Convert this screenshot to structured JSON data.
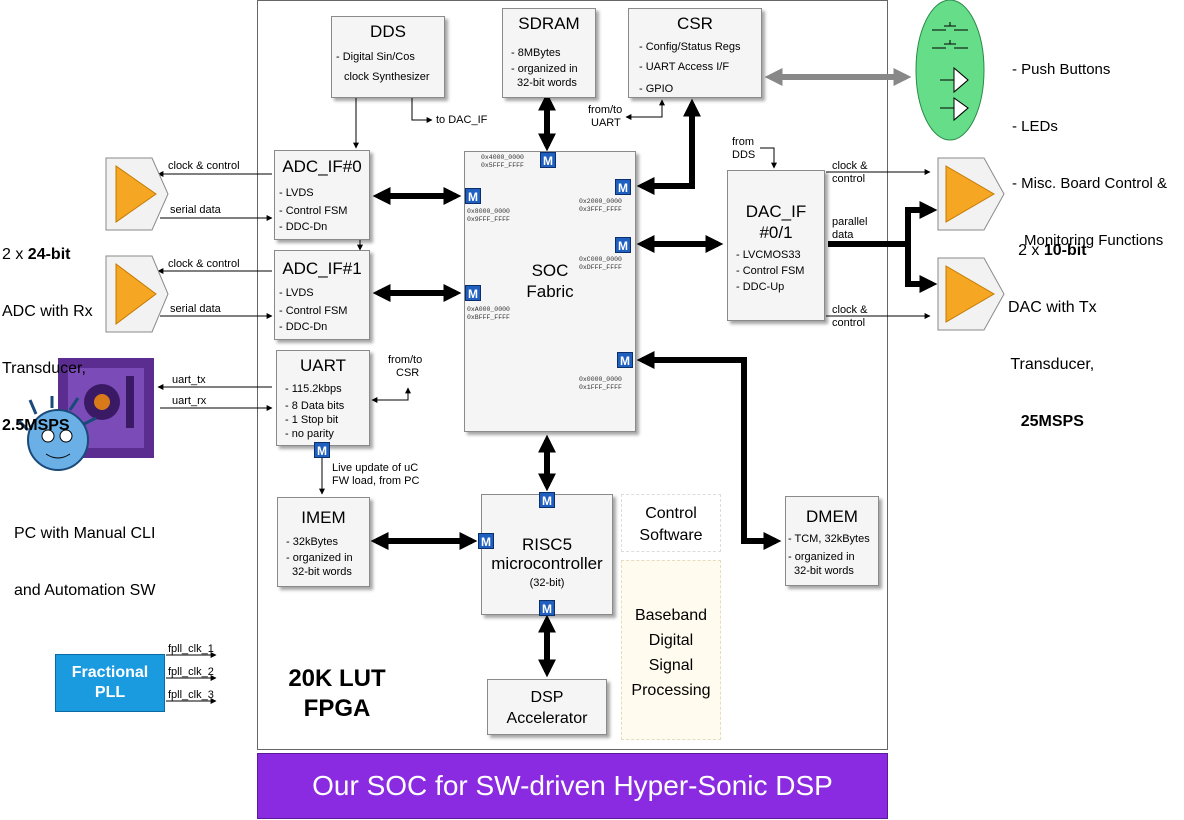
{
  "fpga": {
    "label_line1": "20K LUT",
    "label_line2": "FPGA"
  },
  "banner": {
    "text": "Our SOC for SW-driven Hyper-Sonic DSP"
  },
  "dds": {
    "title": "DDS",
    "line1": "- Digital Sin/Cos",
    "line2": "clock Synthesizer",
    "out_label": "to DAC_IF"
  },
  "sdram": {
    "title": "SDRAM",
    "line1": "- 8MBytes",
    "line2": "- organized in",
    "line3": "32-bit words"
  },
  "csr": {
    "title": "CSR",
    "line1": "- Config/Status Regs",
    "line2": "- UART Access I/F",
    "line3": "- GPIO",
    "uart_label_1": "from/to",
    "uart_label_2": "UART"
  },
  "board": {
    "line1": "- Push Buttons",
    "line2": "- LEDs",
    "line3": "- Misc. Board Control &",
    "line4": "Monitoring Functions"
  },
  "adc_if0": {
    "title": "ADC_IF#0",
    "line1": "- LVDS",
    "line2": "- Control FSM",
    "line3": "- DDC-Dn"
  },
  "adc_if1": {
    "title": "ADC_IF#1",
    "line1": "- LVDS",
    "line2": "- Control FSM",
    "line3": "- DDC-Dn"
  },
  "adc": {
    "clk_label": "clock & control",
    "data_label": "serial data",
    "desc_pre": "2 x ",
    "desc_bold": "24-bit",
    "desc_line2": "ADC with Rx",
    "desc_line3": "Transducer,",
    "desc_line4": "2.5MSPS"
  },
  "soc": {
    "title_line1": "SOC",
    "title_line2": "Fabric",
    "addr_top": "0x4000_0000\n0x5FFF_FFFF",
    "addr_left1": "0x8000_0000\n0x9FFF_FFFF",
    "addr_left2": "0xA000_0000\n0xBFFF_FFFF",
    "addr_right1": "0x2000_0000\n0x3FFF_FFFF",
    "addr_right2": "0xC000_0000\n0xDFFF_FFFF",
    "addr_right3": "0x0000_0000\n0x1FFF_FFFF"
  },
  "dac_if": {
    "title_line1": "DAC_IF",
    "title_line2": "#0/1",
    "line1": "- LVCMOS33",
    "line2": "- Control FSM",
    "line3": "- DDC-Up",
    "from_dds_1": "from",
    "from_dds_2": "DDS"
  },
  "dac": {
    "clk_label_1": "clock &",
    "clk_label_2": "control",
    "par_label_1": "parallel",
    "par_label_2": "data",
    "desc_pre": "2 x ",
    "desc_bold": "10-bit",
    "desc_line2": "DAC with Tx",
    "desc_line3": "Transducer,",
    "desc_line4": "25MSPS"
  },
  "uart": {
    "title": "UART",
    "line1": "- 115.2kbps",
    "line2": "- 8 Data bits",
    "line3": "- 1 Stop bit",
    "line4": "- no parity",
    "tx": "uart_tx",
    "rx": "uart_rx",
    "csr_label_1": "from/to",
    "csr_label_2": "CSR",
    "update_1": "Live update of uC",
    "update_2": "FW load, from PC"
  },
  "pc": {
    "line1": "PC with Manual CLI",
    "line2": "and Automation SW"
  },
  "imem": {
    "title": "IMEM",
    "line1": "- 32kBytes",
    "line2": "- organized in",
    "line3": "32-bit words"
  },
  "risc": {
    "title_line1": "RISC5",
    "title_line2": "microcontroller",
    "sub": "(32-bit)"
  },
  "ctrl_sw": {
    "line1": "Control",
    "line2": "Software"
  },
  "baseband": {
    "line1": "Baseband",
    "line2": "Digital",
    "line3": "Signal",
    "line4": "Processing"
  },
  "dmem": {
    "title": "DMEM",
    "line1": "- TCM, 32kBytes",
    "line2": "- organized in",
    "line3": "32-bit words"
  },
  "dsp": {
    "line1": "DSP",
    "line2": "Accelerator"
  },
  "pll": {
    "line1": "Fractional",
    "line2": "PLL",
    "clk1": "fpll_clk_1",
    "clk2": "fpll_clk_2",
    "clk3": "fpll_clk_3"
  },
  "master_badge": "M",
  "colors": {
    "banner": "#8a2be2",
    "pll": "#1a9be0",
    "board": "#66dd88",
    "badge": "#1f5fbf",
    "amp": "#f5a623"
  }
}
